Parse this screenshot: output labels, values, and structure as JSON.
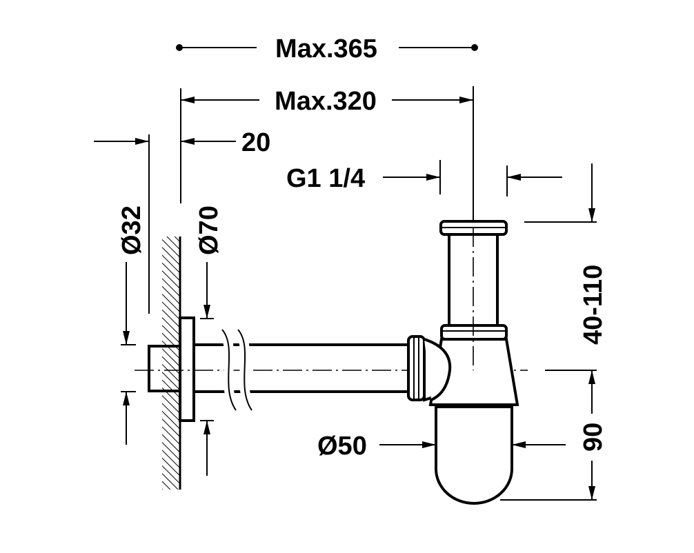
{
  "dimensions": {
    "max_365": "Max.365",
    "max_320": "Max.320",
    "offset_20": "20",
    "thread": "G1 1/4",
    "dia_32": "Ø32",
    "dia_70": "Ø70",
    "dia_50": "Ø50",
    "height_adjust": "40-110",
    "depth_90": "90"
  }
}
